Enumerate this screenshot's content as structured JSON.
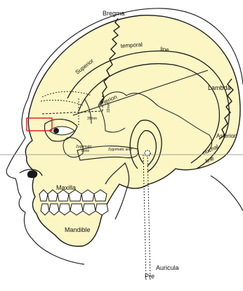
{
  "labels": {
    "bregma": "Bregma",
    "superior": "Superior",
    "temporal": "temporal",
    "line": "line",
    "pterion": "Pterion",
    "mm35": "35mm",
    "mm22": "22mm",
    "lambda": "Lambda",
    "asterion": "Asterion",
    "nuchal": "nuchal",
    "nuchal_line": "line",
    "zygomatic_bone_1": "Zygomatic",
    "zygomatic_bone_2": "bone",
    "zygomatic_arch": "Zygomatic arch",
    "maxilla": "Maxilla",
    "mandible": "Mandible",
    "auricular": "Auricula",
    "pre": "Pre"
  },
  "colors": {
    "skull_fill": "#fbf6c4",
    "outline": "#1a1a1a",
    "highlight_box": "#e01818",
    "head_outline": "#222222"
  }
}
